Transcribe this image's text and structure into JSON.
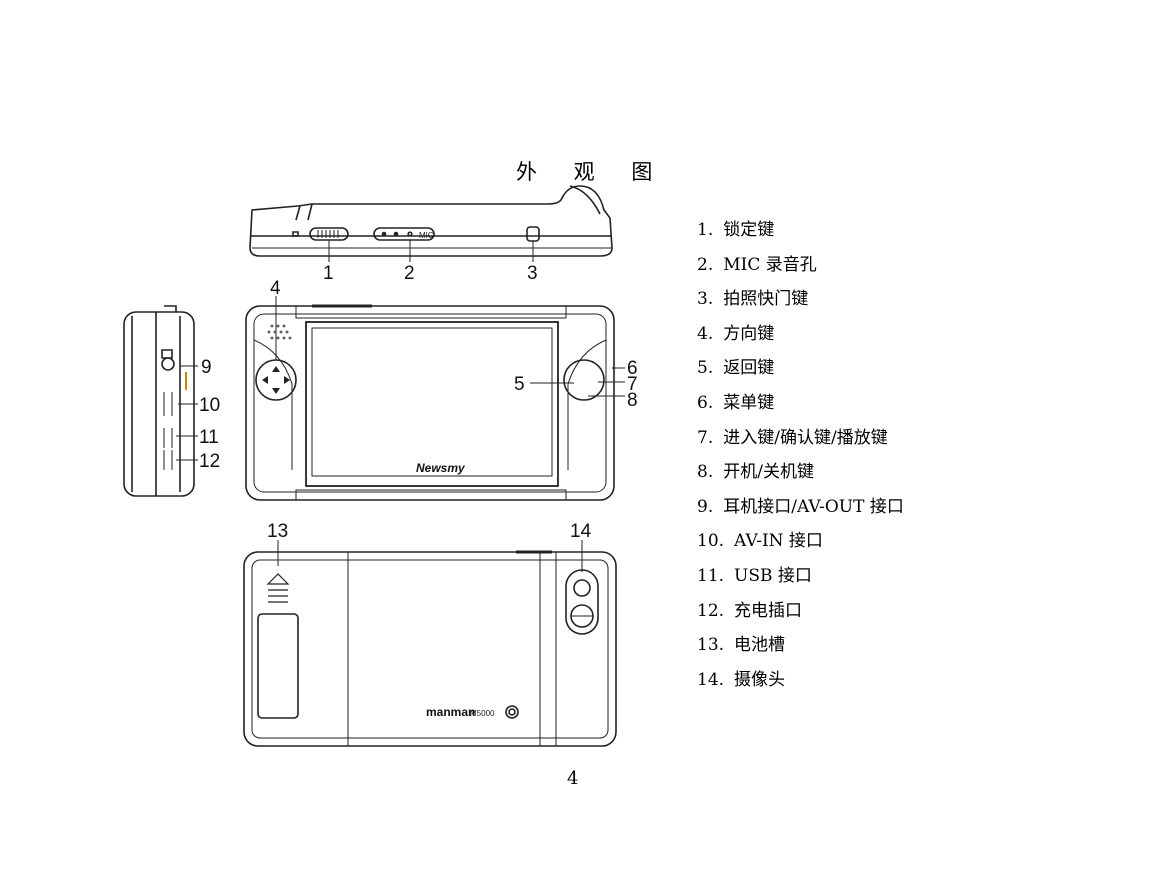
{
  "title": "外 观 图",
  "page_number": "4",
  "device_labels": {
    "mic": "MIC",
    "screen_brand": "Newsmy",
    "back_brand": "manman",
    "back_model": "M5000"
  },
  "callouts": [
    "1",
    "2",
    "3",
    "4",
    "5",
    "6",
    "7",
    "8",
    "9",
    "10",
    "11",
    "12",
    "13",
    "14"
  ],
  "legend": [
    {
      "num": "1.",
      "text": "锁定键"
    },
    {
      "num": "2.",
      "text": "MIC 录音孔"
    },
    {
      "num": "3.",
      "text": "拍照快门键"
    },
    {
      "num": "4.",
      "text": "方向键"
    },
    {
      "num": "5.",
      "text": "返回键"
    },
    {
      "num": "6.",
      "text": "菜单键"
    },
    {
      "num": "7.",
      "text": "进入键/确认键/播放键"
    },
    {
      "num": "8.",
      "text": "开机/关机键"
    },
    {
      "num": "9.",
      "text": "耳机接口/AV-OUT 接口"
    },
    {
      "num": "10.",
      "text": "AV-IN 接口"
    },
    {
      "num": "11.",
      "text": "USB 接口"
    },
    {
      "num": "12.",
      "text": "充电插口"
    },
    {
      "num": "13.",
      "text": "电池槽"
    },
    {
      "num": "14.",
      "text": "摄像头"
    }
  ]
}
